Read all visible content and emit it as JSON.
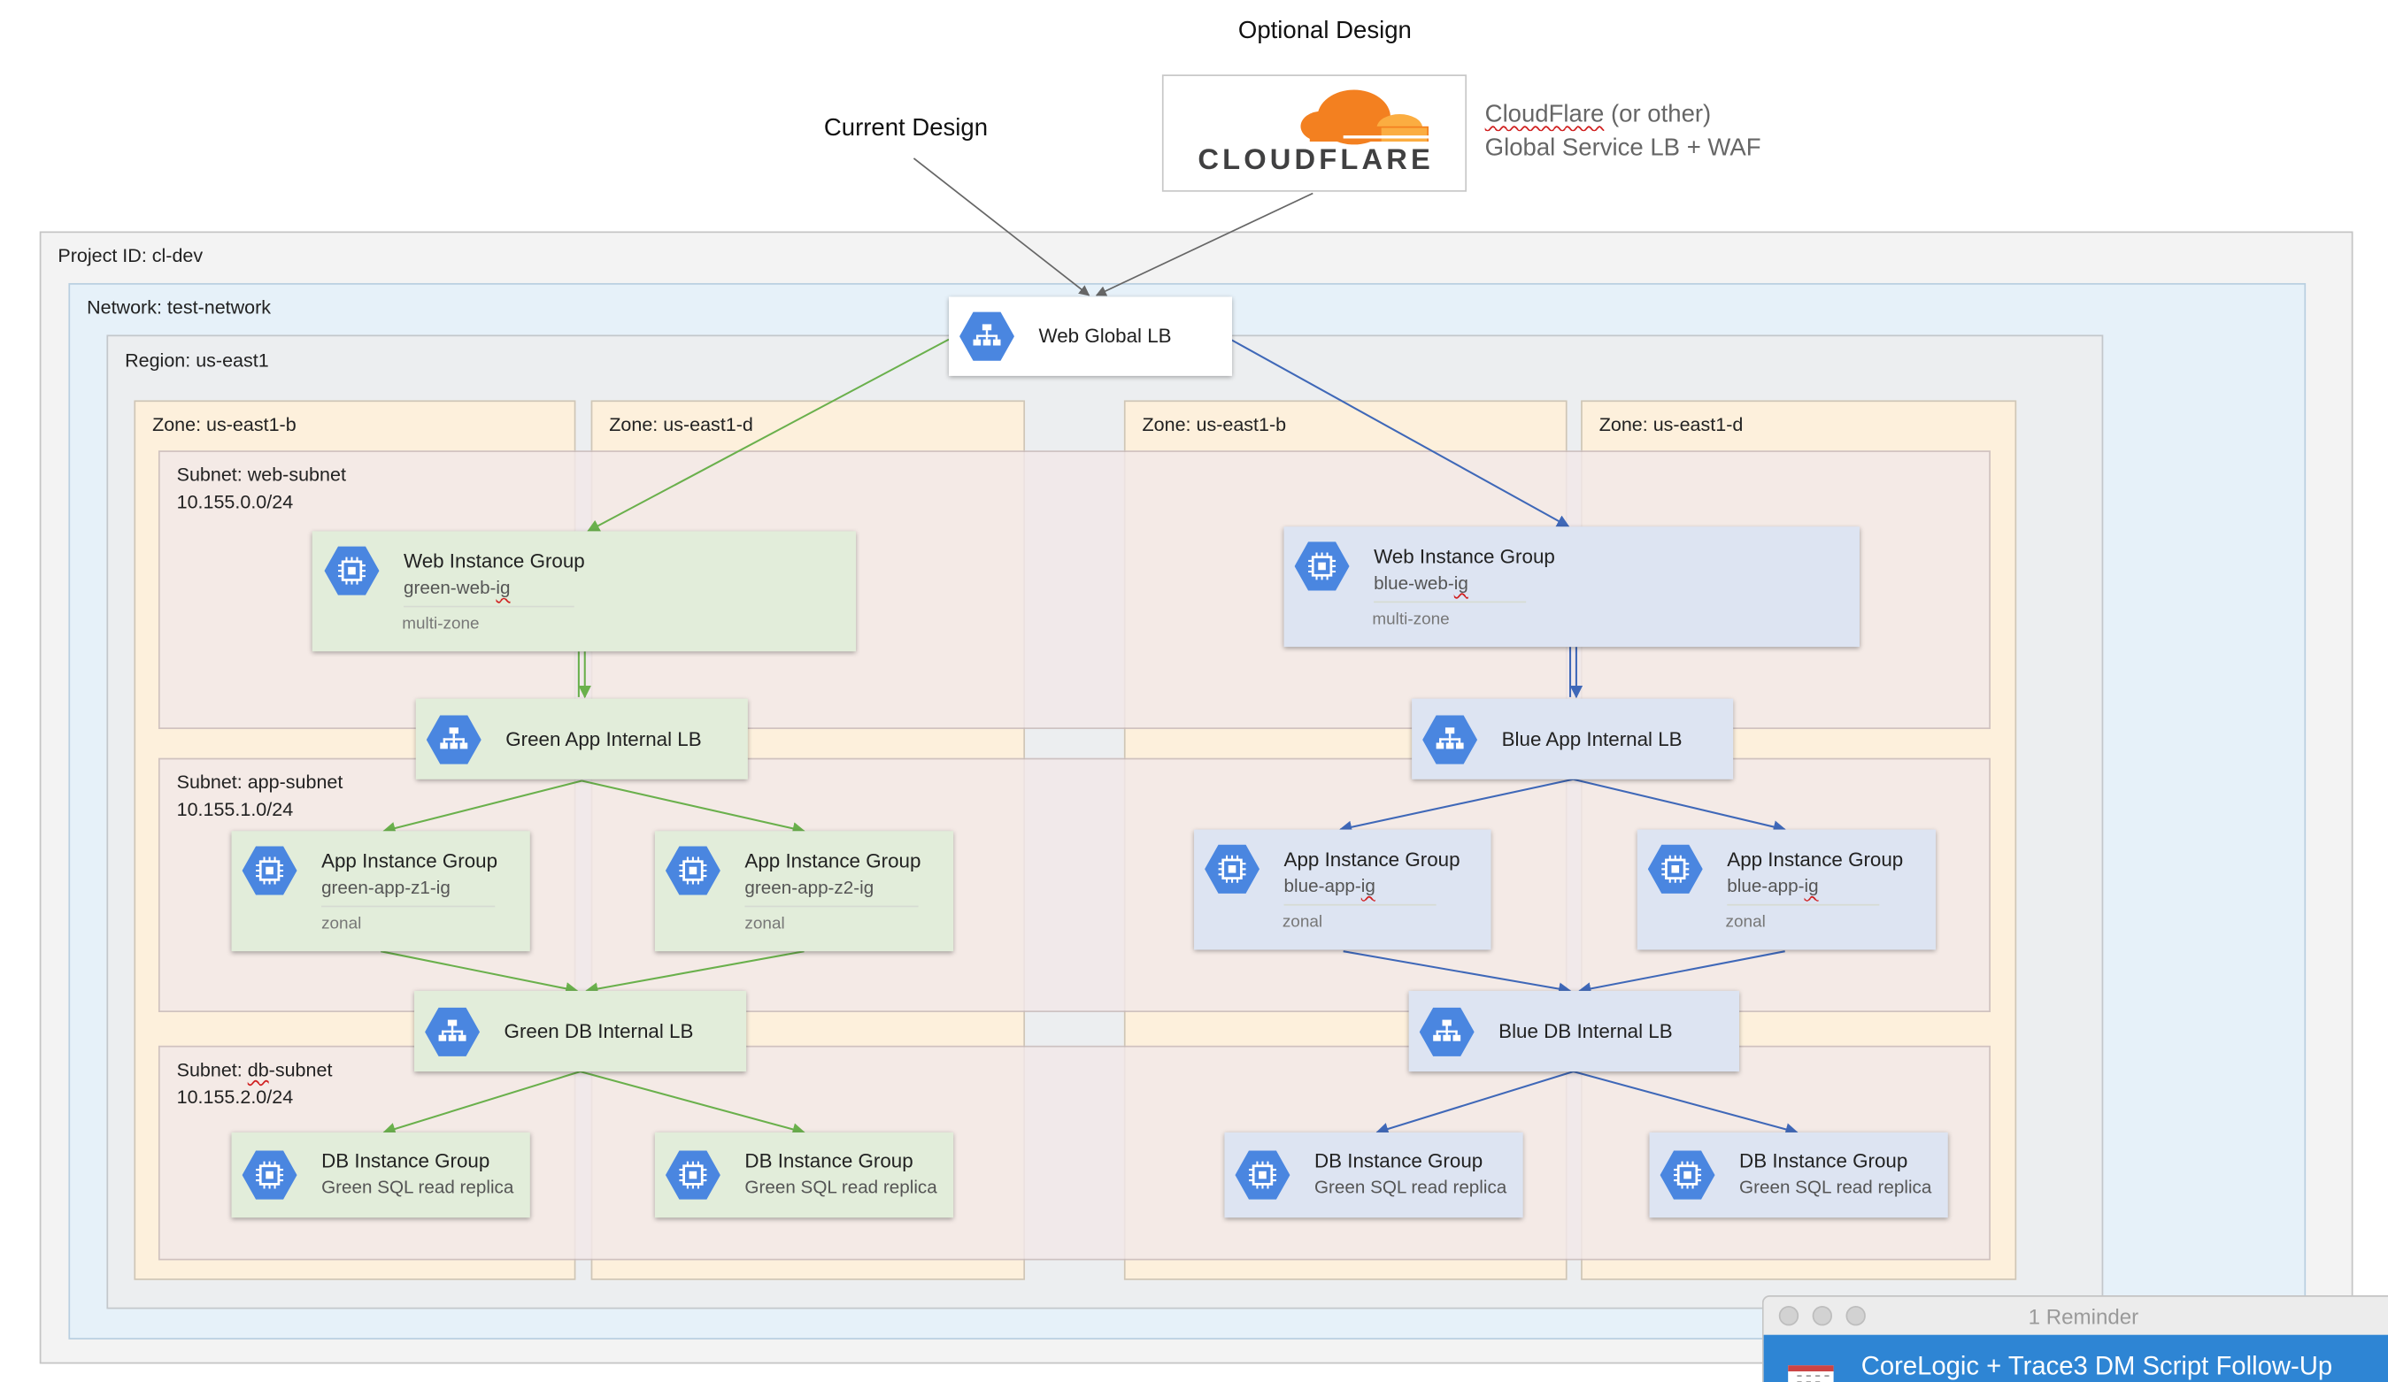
{
  "headings": {
    "optional_design": "Optional Design",
    "current_design": "Current Design"
  },
  "cloudflare": {
    "logo_text": "CLOUDFLARE",
    "name": "CloudFlare",
    "name_suffix": " (or other)",
    "description": "Global Service LB + WAF"
  },
  "project_label": "Project ID: cl-dev",
  "network_label": "Network: test-network",
  "region_label": "Region: us-east1",
  "zones": [
    "Zone: us-east1-b",
    "Zone: us-east1-d",
    "Zone: us-east1-b",
    "Zone: us-east1-d"
  ],
  "subnets": {
    "web": {
      "name": "Subnet: web-subnet",
      "cidr": "10.155.0.0/24"
    },
    "app": {
      "name": "Subnet: app-subnet",
      "cidr": "10.155.1.0/24"
    },
    "db": {
      "name": "Subnet: db-subnet",
      "cidr": "10.155.2.0/24"
    }
  },
  "load_balancers": {
    "web_global": "Web Global LB",
    "green_app": "Green App Internal LB",
    "blue_app": "Blue App Internal LB",
    "green_db": "Green DB Internal LB",
    "blue_db": "Blue DB Internal LB"
  },
  "instance_groups": {
    "green_web": {
      "title": "Web Instance Group",
      "name": "green-web-ig",
      "note": "multi-zone"
    },
    "blue_web": {
      "title": "Web Instance Group",
      "name": "blue-web-ig",
      "note": "multi-zone"
    },
    "green_app1": {
      "title": "App Instance Group",
      "name": "green-app-z1-ig",
      "note": "zonal"
    },
    "green_app2": {
      "title": "App Instance Group",
      "name": "green-app-z2-ig",
      "note": "zonal"
    },
    "blue_app1": {
      "title": "App Instance Group",
      "name": "blue-app-ig",
      "note": "zonal"
    },
    "blue_app2": {
      "title": "App Instance Group",
      "name": "blue-app-ig",
      "note": "zonal"
    },
    "green_db1": {
      "title": "DB Instance Group",
      "name": "Green SQL read replica"
    },
    "green_db2": {
      "title": "DB Instance Group",
      "name": "Green SQL read replica"
    },
    "blue_db1": {
      "title": "DB Instance Group",
      "name": "Green SQL read replica"
    },
    "blue_db2": {
      "title": "DB Instance Group",
      "name": "Green SQL read replica"
    }
  },
  "colors": {
    "green_arrow": "#6ab04c",
    "blue_arrow": "#3f68b8",
    "gray_arrow": "#666666",
    "hex_icon": "#4a86e0",
    "cloudflare_orange": "#f38020"
  },
  "reminder": {
    "window_title": "1 Reminder",
    "item_title": "CoreLogic + Trace3 DM Script Follow-Up"
  }
}
